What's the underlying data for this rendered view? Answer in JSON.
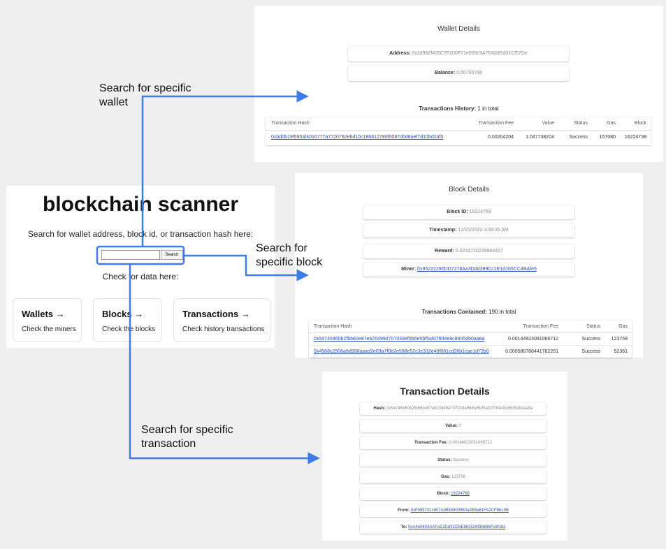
{
  "wallet": {
    "title": "Wallet Details",
    "address_label": "Address:",
    "address_value": "0x2d952f405C7F200F71e009c9A7FA03Ed01Cf57De",
    "balance_label": "Balance:",
    "balance_value": "0.00795796",
    "history_label": "Transactions History:",
    "history_count": "1 in total",
    "table_headers": [
      "Transaction Hash",
      "Transaction Fee",
      "Value",
      "Status",
      "Gas",
      "Block"
    ],
    "rows": [
      [
        "0xbddb19f590af4016777a7720792ebd10c186612789f0087d0d6aef7d10bd24f0",
        "0.00204204",
        "1.047738204",
        "Success",
        "157080",
        "16224738"
      ]
    ]
  },
  "block": {
    "title": "Block Details",
    "block_id_label": "Block ID:",
    "block_id_value": "16224768",
    "timestamp_label": "Timestamp:",
    "timestamp_value": "12/20/2022 3:39:35 AM",
    "reward_label": "Reward:",
    "reward_value": "0.2231720229884427",
    "miner_label": "Miner:",
    "miner_value": "0x95222290DD7278Aa3Ddd389Cc1E1d165CC4BAfe5",
    "contained_label": "Transactions Contained:",
    "contained_count": "190 in total",
    "table_headers": [
      "Transaction Hash",
      "Transaction Fee",
      "Status",
      "Gas"
    ],
    "rows": [
      [
        "0x54746460b2fb660e97e6204994707033ef6b6e5bf5afd7f0f4e9c8605db0aa8a",
        "0.00144923081066712",
        "Success",
        "123759"
      ],
      [
        "0x4568c2906a6d998aaad2e03a7f0b2e598e52c3c332e40f081cd26b1cae1d72b0",
        "0.000586788441782251",
        "Success",
        "52361"
      ]
    ]
  },
  "scanner": {
    "title": "blockchain scanner",
    "prompt": "Search for wallet address, block id, or transaction hash here:",
    "search_value": "",
    "search_button": "Search",
    "check_label": "Check for data here:",
    "cards": [
      {
        "title": "Wallets →",
        "desc": "Check the miners"
      },
      {
        "title": "Blocks →",
        "desc": "Check the blocks"
      },
      {
        "title": "Transactions →",
        "desc": "Check history transactions"
      }
    ]
  },
  "transaction": {
    "title": "Transaction Details",
    "hash_label": "Hash:",
    "hash_value": "0x54746460b2fb660e97e6204994707033ef6b6e5bf5afd7f0f4e9c8605db0aa8a",
    "value_label": "Value:",
    "value_value": "0",
    "fee_label": "Transaction Fee:",
    "fee_value": "0.00144923081066712",
    "status_label": "Status:",
    "status_value": "Success",
    "gas_label": "Gas:",
    "gas_value": "123759",
    "block_label": "Block:",
    "block_value": "16224768",
    "from_label": "From:",
    "from_value": "0xF095731c807A0860900960a3E8a61FA2CF8b10B",
    "to_label": "To:",
    "to_value": "0xA4e0403AAFcE2Dd3CD5Eb62526f39696Fc8f162"
  },
  "annotations": {
    "wallet": [
      "Search for specific",
      "wallet"
    ],
    "block": [
      "Search for",
      "specific block"
    ],
    "transaction": [
      "Search for specific",
      "transaction"
    ]
  },
  "colors": {
    "arrow": "#3f7be6",
    "link": "#2a4fb5"
  }
}
